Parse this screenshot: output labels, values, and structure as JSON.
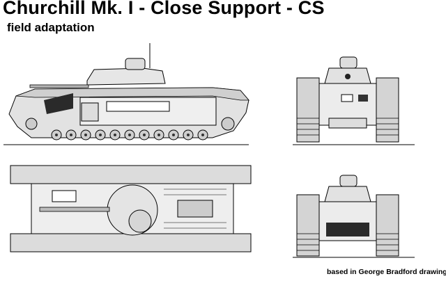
{
  "title": "Churchill Mk. I - Close Support - CS",
  "subtitle": "field adaptation",
  "credit": "based in George Bradford drawing",
  "views": [
    {
      "name": "side-view"
    },
    {
      "name": "front-view"
    },
    {
      "name": "top-view"
    },
    {
      "name": "rear-view"
    }
  ],
  "colors": {
    "line": "#000000",
    "shade": "#cfcfcf",
    "dark": "#2a2a2a",
    "background": "#ffffff"
  }
}
